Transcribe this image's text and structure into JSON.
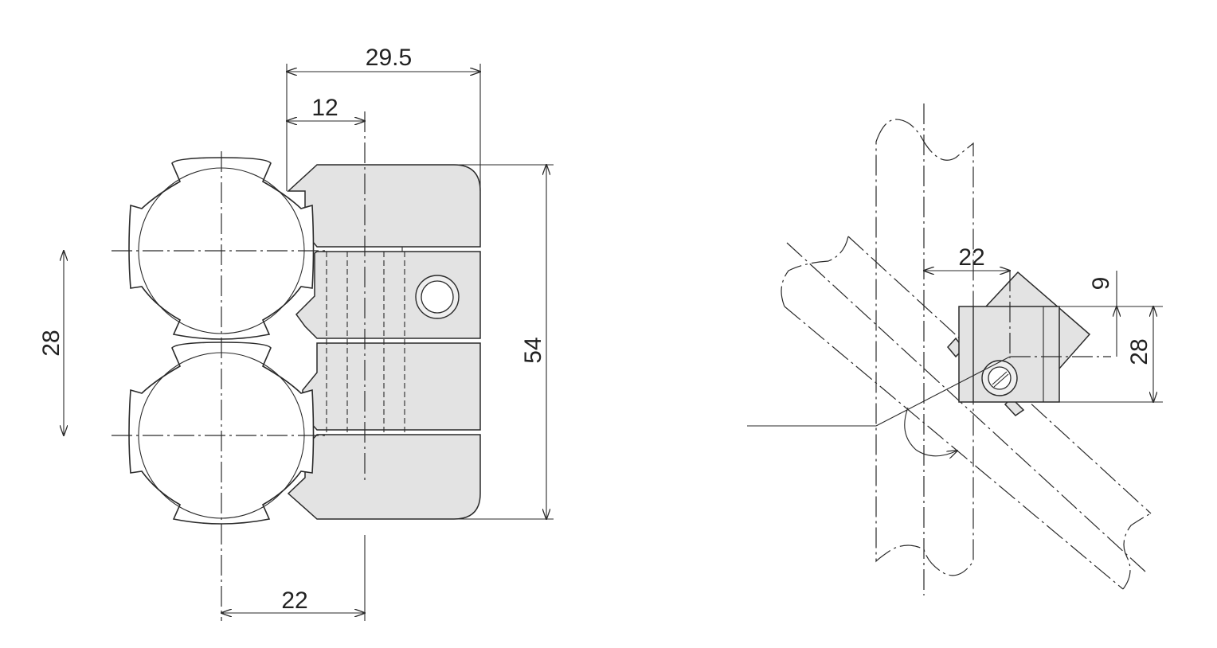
{
  "left_view": {
    "dims": {
      "overall_width": "29.5",
      "offset": "12",
      "pitch": "28",
      "height": "54",
      "center_distance": "22"
    }
  },
  "right_view": {
    "dims": {
      "offset": "22",
      "screw_offset": "9",
      "height": "28"
    }
  },
  "colors": {
    "line": "#2a2a2a",
    "part_fill": "#e3e3e3"
  }
}
